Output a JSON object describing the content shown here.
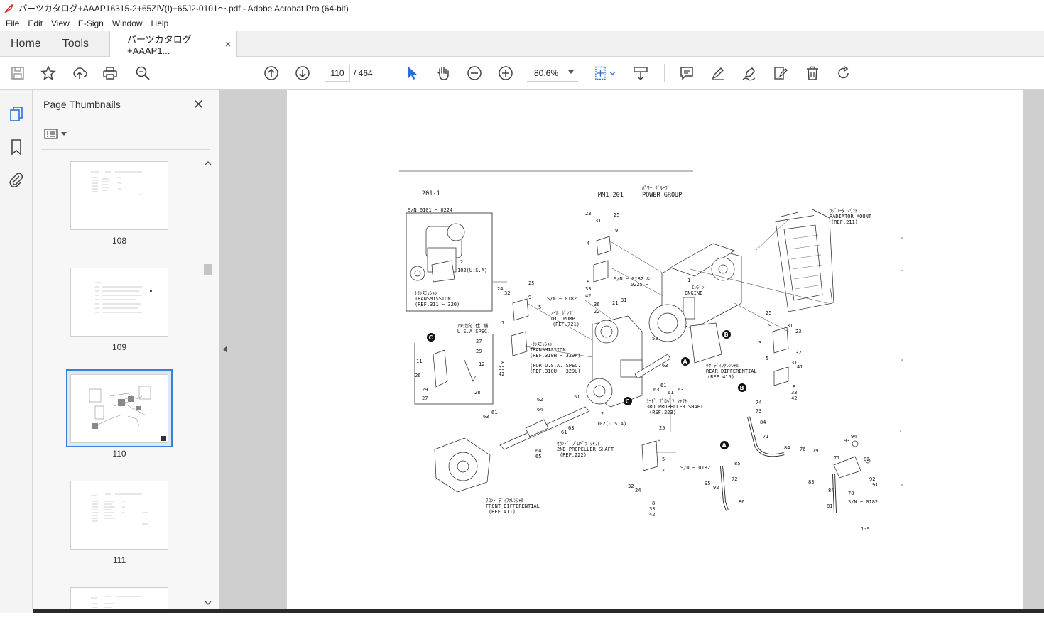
{
  "window": {
    "title": "パーツカタログ+AAAP16315-2+65ZⅣ(I)+65J2-0101〜.pdf - Adobe Acrobat Pro (64-bit)"
  },
  "menu": [
    "File",
    "Edit",
    "View",
    "E-Sign",
    "Window",
    "Help"
  ],
  "tabs": {
    "home": "Home",
    "tools": "Tools",
    "document": "パーツカタログ+AAAP1...",
    "close": "×"
  },
  "toolbar": {
    "current_page": "110",
    "total_pages": "/ 464",
    "zoom": "80.6%"
  },
  "thumbnails_panel": {
    "title": "Page Thumbnails",
    "close": "✕",
    "pages": [
      {
        "label": "108"
      },
      {
        "label": "109"
      },
      {
        "label": "110",
        "selected": true
      },
      {
        "label": "111"
      }
    ]
  },
  "page_content": {
    "page_code": "201-1",
    "group_code": "MM1-201",
    "group_kana": "ﾊﾟﾜｰ ｸﾞﾙｰﾌﾟ",
    "group_title": "POWER GROUP",
    "sn_range_top": "S/N 0101 ~ 0224",
    "radiator_kana": "ﾗｼﾞｴｰﾀ ﾏｳﾝﾄ",
    "radiator_label": "RADIATOR MOUNT",
    "radiator_ref": "(REF.211)",
    "transmission_kana_box": "ﾄﾗﾝｽﾐｯｼｮﾝ",
    "transmission_label_box": "TRANSMISSION",
    "transmission_ref_box": "(REF.311 ~ 320)",
    "usa_102": "102(U.S.A)",
    "usa_spec_kana": "ｱﾒﾘｶ向 仕 様",
    "usa_spec": "U.S.A SPEC.",
    "oil_pump_kana": "ｵｲﾙ ﾎﾟﾝﾌﾟ",
    "oil_pump": "OIL PUMP",
    "oil_pump_ref": "(REF.721)",
    "sn_0182": "S/N ~ 0182",
    "sn_0182_0225_a": "S/N ~ 0182 &",
    "sn_0182_0225_b": "0225 ~",
    "engine_kana": "ｴﾝｼﾞﾝ",
    "engine": "ENGINE",
    "transmission_kana": "ﾄﾗﾝｽﾐｯｼｮﾝ",
    "transmission": "TRANSMISSION",
    "transmission_ref": "(REF.310H ~ 329H)",
    "for_usa_a": "(FOR U.S.A. SPEC.",
    "for_usa_b": "(REF.310U ~ 329U)",
    "rear_diff_kana": "ﾘﾔ ﾃﾞｨﾌｧﾚﾝｼｬﾙ",
    "rear_diff": "REAR DIFFERENTIAL",
    "rear_diff_ref": "(REF.415)",
    "third_prop_kana": "ｻｰﾄﾞ ﾌﾟﾛﾍﾟﾗ ｼｬﾌﾄ",
    "third_prop": "3RD PROPELLER SHAFT",
    "third_prop_ref": "(REF.223)",
    "second_prop_kana": "ｾｶﾝﾄﾞ ﾌﾟﾛﾍﾟﾗ ｼｬﾌﾄ",
    "second_prop": "2ND PROPELLER SHAFT",
    "second_prop_ref": "(REF.222)",
    "front_diff_kana": "ﾌﾛﾝﾄ ﾃﾞｨﾌｧﾚﾝｼｬﾙ",
    "front_diff": "FRONT DIFFERENTIAL",
    "front_diff_ref": "(REF.411)",
    "usa_102_b": "102(U.S.A)",
    "sn_0182_b": "S/N ~ 0182",
    "sn_0182_c": "S/N ~ 0182",
    "footer": "1-9",
    "callouts": [
      "A",
      "B",
      "C"
    ]
  }
}
